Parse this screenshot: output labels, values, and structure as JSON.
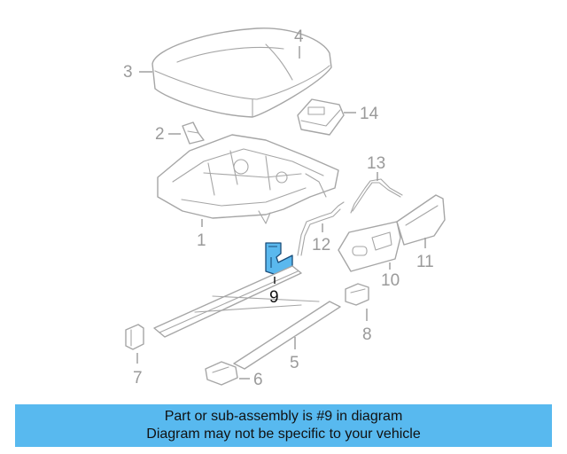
{
  "callouts": {
    "c1": "1",
    "c2": "2",
    "c3": "3",
    "c4": "4",
    "c5": "5",
    "c6": "6",
    "c7": "7",
    "c8": "8",
    "c9": "9",
    "c10": "10",
    "c11": "11",
    "c12": "12",
    "c13": "13",
    "c14": "14"
  },
  "highlight": {
    "part": "9",
    "color": "#5ab8ee"
  },
  "banner": {
    "line1": "Part or sub-assembly is #9 in diagram",
    "line2": "Diagram may not be specific to your vehicle",
    "color": "#58b9ef"
  }
}
